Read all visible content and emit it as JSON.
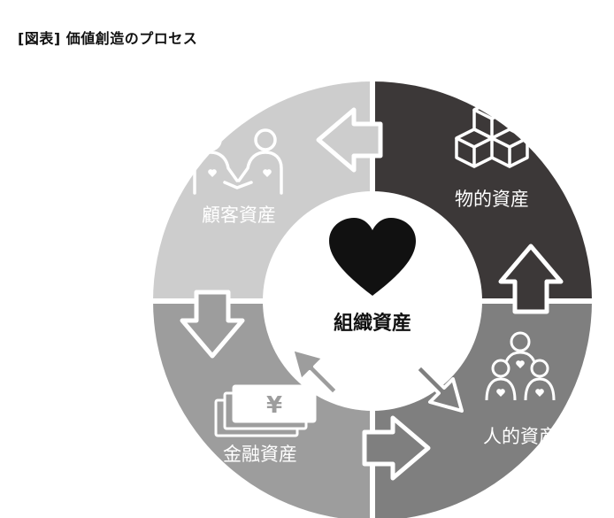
{
  "title": "[図表] 価値創造のプロセス",
  "center": {
    "label": "組織資産"
  },
  "segments": {
    "physical": {
      "label": "物的資産"
    },
    "human": {
      "label": "人的資産"
    },
    "financial": {
      "label": "金融資産"
    },
    "customer": {
      "label": "顧客資産"
    }
  },
  "icons": {
    "center": "heart-icon",
    "physical": "cubes-icon",
    "human": "people-group-icon",
    "financial": "yen-bills-icon",
    "customer": "handshake-people-icon"
  },
  "colors": {
    "physical": "#3c3838",
    "human": "#7f7f7f",
    "financial": "#9d9d9d",
    "customer": "#cdcdcd",
    "center_bg": "#ffffff",
    "heart": "#111111",
    "text_dark": "#111111",
    "text_light": "#ffffff"
  }
}
